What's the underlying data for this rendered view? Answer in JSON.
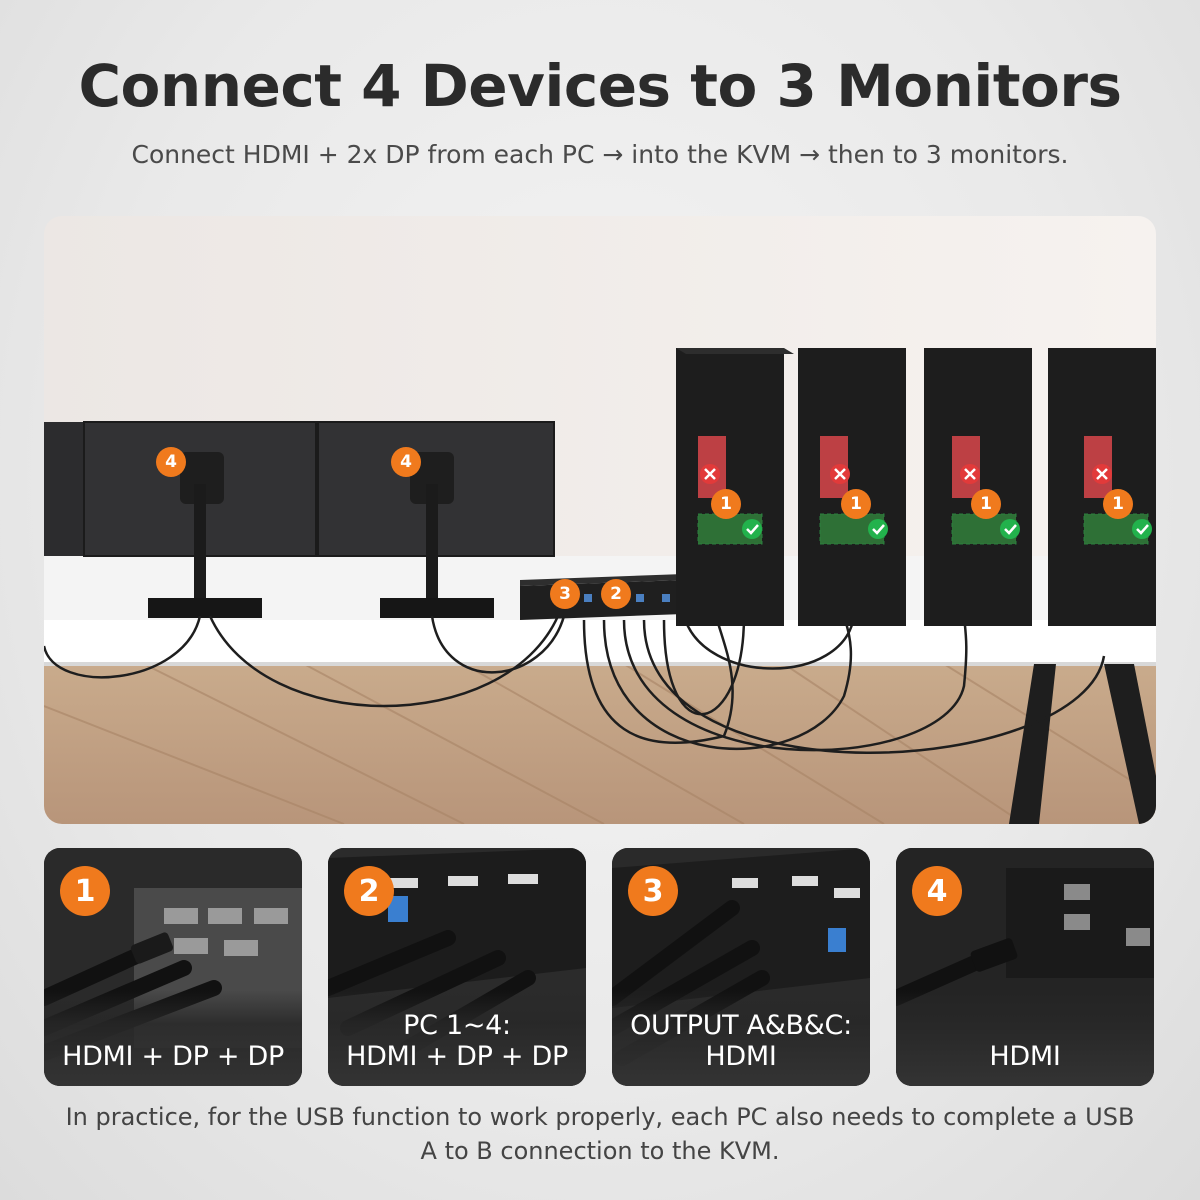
{
  "header": {
    "title": "Connect 4 Devices to 3 Monitors",
    "subtitle": "Connect HDMI + 2x DP from each PC → into the KVM → then to 3 monitors."
  },
  "hero": {
    "monitor_badges": [
      "4",
      "4"
    ],
    "kvm_badges": [
      "3",
      "2"
    ],
    "pc_badges": [
      "1",
      "1",
      "1",
      "1"
    ]
  },
  "panels": [
    {
      "number": "1",
      "caption": "HDMI + DP + DP"
    },
    {
      "number": "2",
      "caption": "PC 1~4:\nHDMI + DP + DP"
    },
    {
      "number": "3",
      "caption": "OUTPUT A&B&C:\nHDMI"
    },
    {
      "number": "4",
      "caption": "HDMI"
    }
  ],
  "footnote": "In practice, for the USB function to work properly, each PC also needs to complete a USB A to B connection to the KVM.",
  "colors": {
    "accent": "#f07a1d",
    "ok": "#22b24c",
    "error": "#e23a3a"
  }
}
